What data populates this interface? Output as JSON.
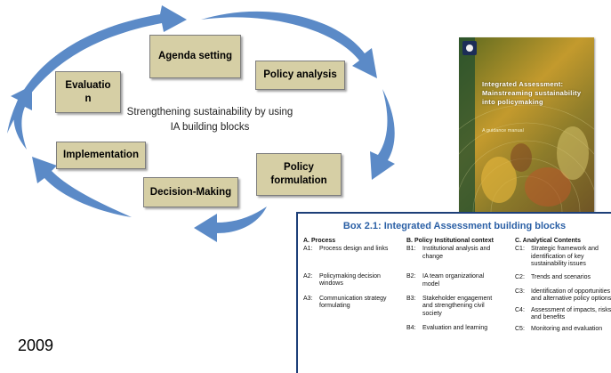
{
  "cycle": {
    "center_text": "Strengthening sustainability by using IA building blocks",
    "stages": {
      "agenda": "Agenda setting",
      "policy_analysis": "Policy analysis",
      "evaluation": "Evaluation",
      "implementation": "Implementation",
      "policy_formulation": "Policy formulation",
      "decision_making": "Decision-Making"
    },
    "arrow_color": "#5b8ac7",
    "stage_fill": "#d6cfa5"
  },
  "year": "2009",
  "cover": {
    "title": "Integrated Assessment: Mainstreaming sustainability into policymaking",
    "subtitle": "A guidance manual"
  },
  "box": {
    "title": "Box 2.1: Integrated Assessment building blocks",
    "columns": [
      {
        "heading": "A. Process",
        "items": [
          {
            "code": "A1:",
            "text": "Process design and links"
          },
          {
            "code": "A2:",
            "text": "Policymaking decision windows"
          },
          {
            "code": "A3:",
            "text": "Communication strategy formulating"
          }
        ]
      },
      {
        "heading": "B. Policy Institutional context",
        "items": [
          {
            "code": "B1:",
            "text": "Institutional analysis and change"
          },
          {
            "code": "B2:",
            "text": "IA team organizational model"
          },
          {
            "code": "B3:",
            "text": "Stakeholder engagement and strengthening civil society"
          },
          {
            "code": "B4:",
            "text": "Evaluation and learning"
          }
        ]
      },
      {
        "heading": "C. Analytical Contents",
        "items": [
          {
            "code": "C1:",
            "text": "Strategic framework and identification of key sustainability issues"
          },
          {
            "code": "C2:",
            "text": "Trends and scenarios"
          },
          {
            "code": "C3:",
            "text": "Identification of opportunities and alternative policy options"
          },
          {
            "code": "C4:",
            "text": "Assessment of impacts, risks and benefits"
          },
          {
            "code": "C5:",
            "text": "Monitoring and evaluation"
          }
        ]
      }
    ]
  }
}
